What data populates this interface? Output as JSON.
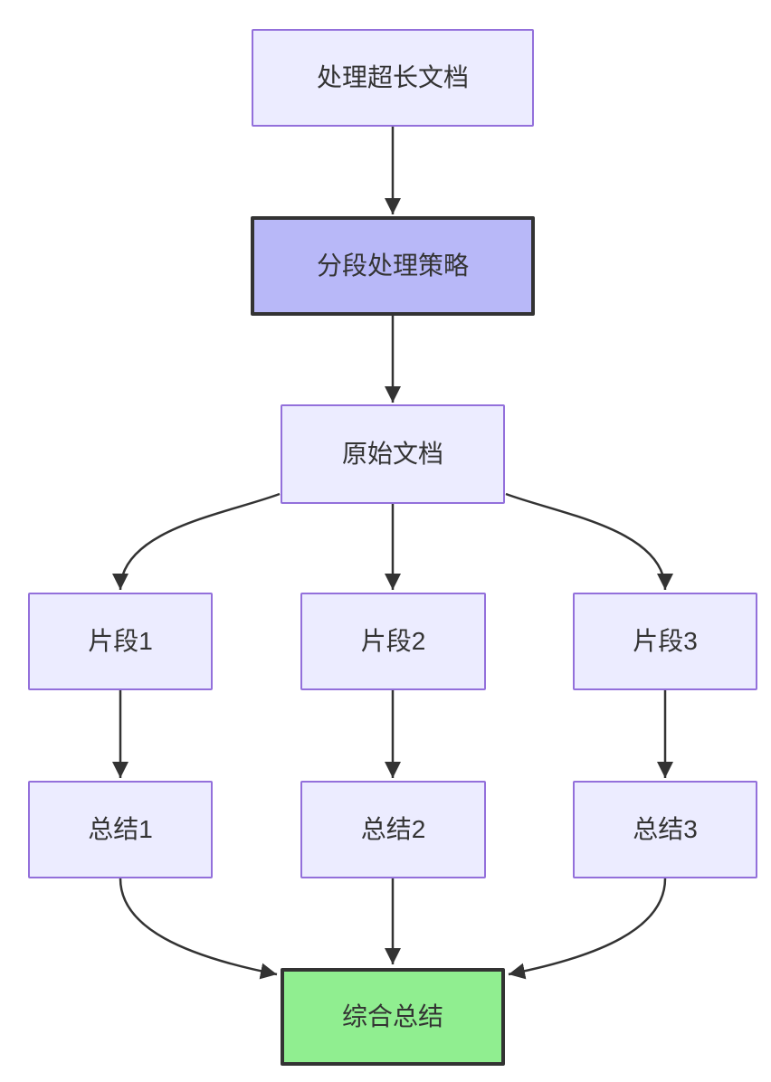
{
  "diagram": {
    "type": "flowchart-top-down",
    "nodes": [
      {
        "id": "a",
        "label": "处理超长文档",
        "style": "light"
      },
      {
        "id": "b",
        "label": "分段处理策略",
        "style": "accent"
      },
      {
        "id": "c",
        "label": "原始文档",
        "style": "light"
      },
      {
        "id": "d1",
        "label": "片段1",
        "style": "light"
      },
      {
        "id": "d2",
        "label": "片段2",
        "style": "light"
      },
      {
        "id": "d3",
        "label": "片段3",
        "style": "light"
      },
      {
        "id": "e1",
        "label": "总结1",
        "style": "light"
      },
      {
        "id": "e2",
        "label": "总结2",
        "style": "light"
      },
      {
        "id": "e3",
        "label": "总结3",
        "style": "light"
      },
      {
        "id": "f",
        "label": "综合总结",
        "style": "success"
      }
    ],
    "edges": [
      {
        "from": "处理超长文档",
        "to": "分段处理策略"
      },
      {
        "from": "分段处理策略",
        "to": "原始文档"
      },
      {
        "from": "原始文档",
        "to": "片段1"
      },
      {
        "from": "原始文档",
        "to": "片段2"
      },
      {
        "from": "原始文档",
        "to": "片段3"
      },
      {
        "from": "片段1",
        "to": "总结1"
      },
      {
        "from": "片段2",
        "to": "总结2"
      },
      {
        "from": "片段3",
        "to": "总结3"
      },
      {
        "from": "总结1",
        "to": "综合总结"
      },
      {
        "from": "总结2",
        "to": "综合总结"
      },
      {
        "from": "总结3",
        "to": "综合总结"
      }
    ],
    "colors": {
      "background": "#FFFFFF",
      "node_fill": "#ECECFF",
      "node_border": "#9370DB",
      "accent_fill": "#B8B8F8",
      "accent_border": "#333333",
      "success_fill": "#90EE90",
      "success_border": "#333333",
      "edge": "#333333",
      "text": "#333333"
    }
  }
}
